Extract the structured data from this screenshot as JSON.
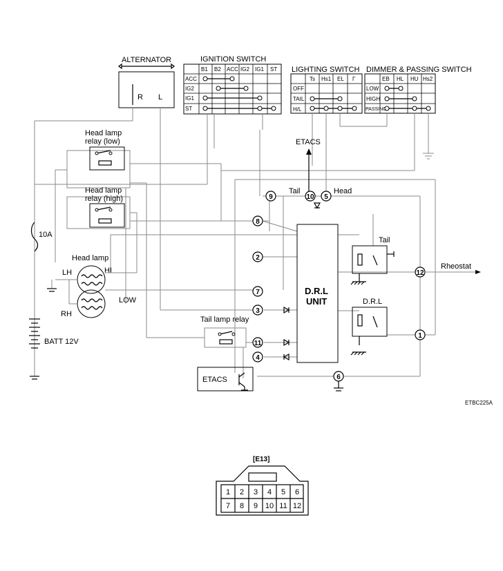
{
  "labels": {
    "alternator": "ALTERNATOR",
    "alt_r": "R",
    "alt_l": "L",
    "ignition_switch": "IGNITION SWITCH",
    "lighting_switch": "LIGHTING SWITCH",
    "dimmer_switch": "DIMMER & PASSING SWITCH",
    "relay_low": [
      "Head lamp",
      "relay (low)"
    ],
    "relay_high": [
      "Head lamp",
      "relay (high)"
    ],
    "fuse": "10A",
    "head_lamp": "Head lamp",
    "lh": "LH",
    "rh": "RH",
    "hi": "HI",
    "low": "LOW",
    "batt": "BATT 12V",
    "etacs_top": "ETACS",
    "tail_pin": "Tail",
    "head_pin": "Head",
    "tail_relay_inner": "Tail",
    "drl_relay_inner": "D.R.L",
    "rheostat": "Rheostat",
    "drl_unit": [
      "D.R.L",
      "UNIT"
    ],
    "tail_lamp_relay": "Tail lamp relay",
    "etacs_box": "ETACS",
    "figure_code": "ETBC225A",
    "connector_title": "[E13]"
  },
  "ignition_switch": {
    "columns": [
      "B1",
      "B2",
      "ACC",
      "IG2",
      "IG1",
      "ST"
    ],
    "rows": [
      "ACC",
      "IG2",
      "IG1",
      "ST"
    ]
  },
  "lighting_switch": {
    "columns": [
      "Ts",
      "Hs1",
      "EL",
      "Γ"
    ],
    "rows": [
      "OFF",
      "TAIL",
      "H/L"
    ]
  },
  "dimmer_switch": {
    "columns": [
      "EB",
      "HL",
      "HU",
      "Hs2"
    ],
    "rows": [
      "LOW",
      "HIGH",
      "PASSING"
    ]
  },
  "drl_pins": [
    "9",
    "10",
    "5",
    "8",
    "2",
    "7",
    "3",
    "11",
    "4",
    "6",
    "12",
    "1"
  ],
  "connector": {
    "row1": [
      "1",
      "2",
      "3",
      "4",
      "5",
      "6"
    ],
    "row2": [
      "7",
      "8",
      "9",
      "10",
      "11",
      "12"
    ]
  }
}
